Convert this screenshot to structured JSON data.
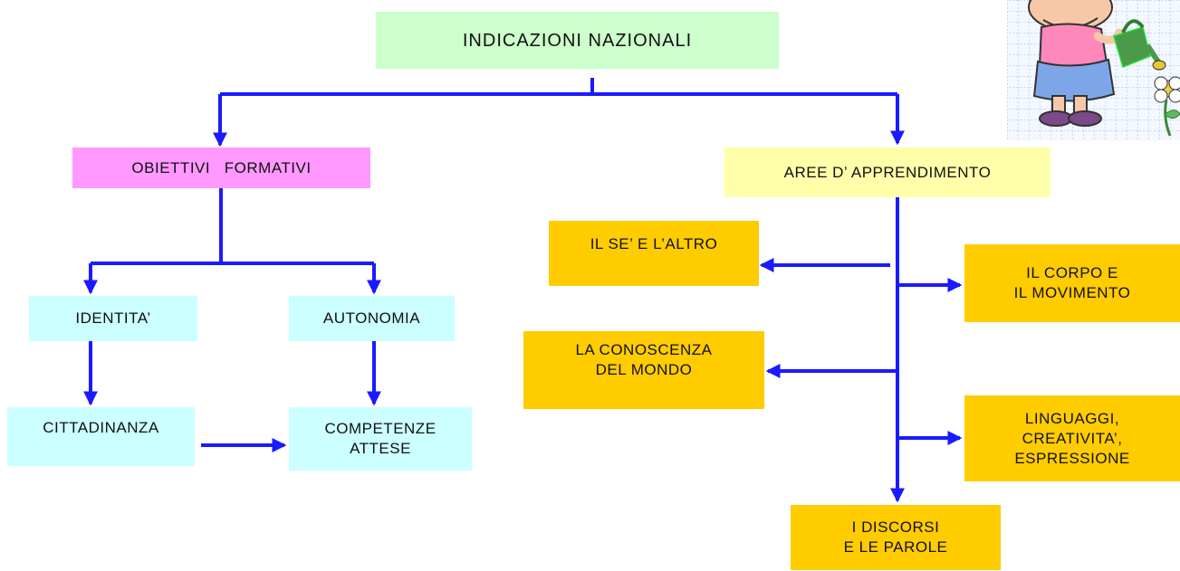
{
  "title": "INDICAZIONI NAZIONALI",
  "left_branch": {
    "heading": "OBIETTIVI   FORMATIVI",
    "identita": "IDENTITA’",
    "autonomia": "AUTONOMIA",
    "cittadinanza": "CITTADINANZA",
    "competenze": "COMPETENZE\nATTESE"
  },
  "right_branch": {
    "heading": "AREE D’ APPRENDIMENTO",
    "areas": {
      "se_altro": "IL SE’ E L’ALTRO",
      "corpo": "IL CORPO E\nIL MOVIMENTO",
      "conoscenza": "LA CONOSCENZA\nDEL MONDO",
      "linguaggi": "LINGUAGGI,\nCREATIVITA’,\nESPRESSIONE",
      "discorsi": "I DISCORSI\nE LE PAROLE"
    }
  },
  "colors": {
    "arrow": "#1a1aff",
    "title_box": "#ccffcc",
    "goals_box": "#ff99ff",
    "areas_box": "#ffffaa",
    "goal_items": "#ccffff",
    "area_items": "#ffcc00"
  },
  "illustration": "child-watering-flowers-clipart"
}
